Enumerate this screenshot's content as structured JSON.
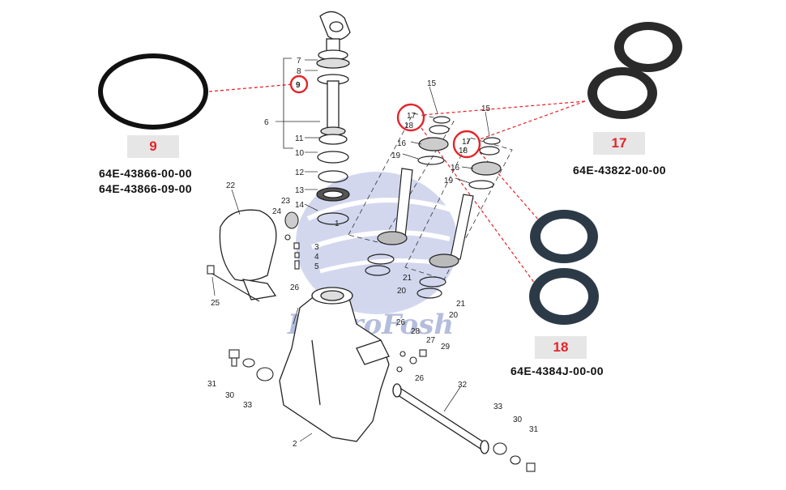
{
  "callouts": [
    {
      "label": "9",
      "part_numbers": [
        "64E-43866-00-00",
        "64E-43866-09-00"
      ]
    },
    {
      "label": "17",
      "part_numbers": [
        "64E-43822-00-00"
      ]
    },
    {
      "label": "18",
      "part_numbers": [
        "64E-4384J-00-00"
      ]
    }
  ],
  "watermark": "HydroFosh",
  "diagram_numbers": {
    "n1": "1",
    "n2": "2",
    "n3": "3",
    "n4": "4",
    "n5": "5",
    "n6": "6",
    "n7": "7",
    "n8": "8",
    "n9": "9",
    "n10": "10",
    "n11": "11",
    "n12": "12",
    "n13": "13",
    "n14": "14",
    "n15a": "15",
    "n15b": "15",
    "n16a": "16",
    "n16b": "16",
    "n17a": "17",
    "n17b": "17",
    "n18a": "18",
    "n18b": "18",
    "n19a": "19",
    "n19b": "19",
    "n20a": "20",
    "n20b": "20",
    "n21a": "21",
    "n21b": "21",
    "n22": "22",
    "n23": "23",
    "n24": "24",
    "n25": "25",
    "n26a": "26",
    "n26b": "26",
    "n26c": "26",
    "n27": "27",
    "n28": "28",
    "n29": "29",
    "n30a": "30",
    "n30b": "30",
    "n31a": "31",
    "n31b": "31",
    "n32": "32",
    "n33a": "33",
    "n33b": "33"
  },
  "colors": {
    "highlight": "#e3242b",
    "callout_bg": "#e6e6e6",
    "watermark": "#5a6fb3"
  }
}
